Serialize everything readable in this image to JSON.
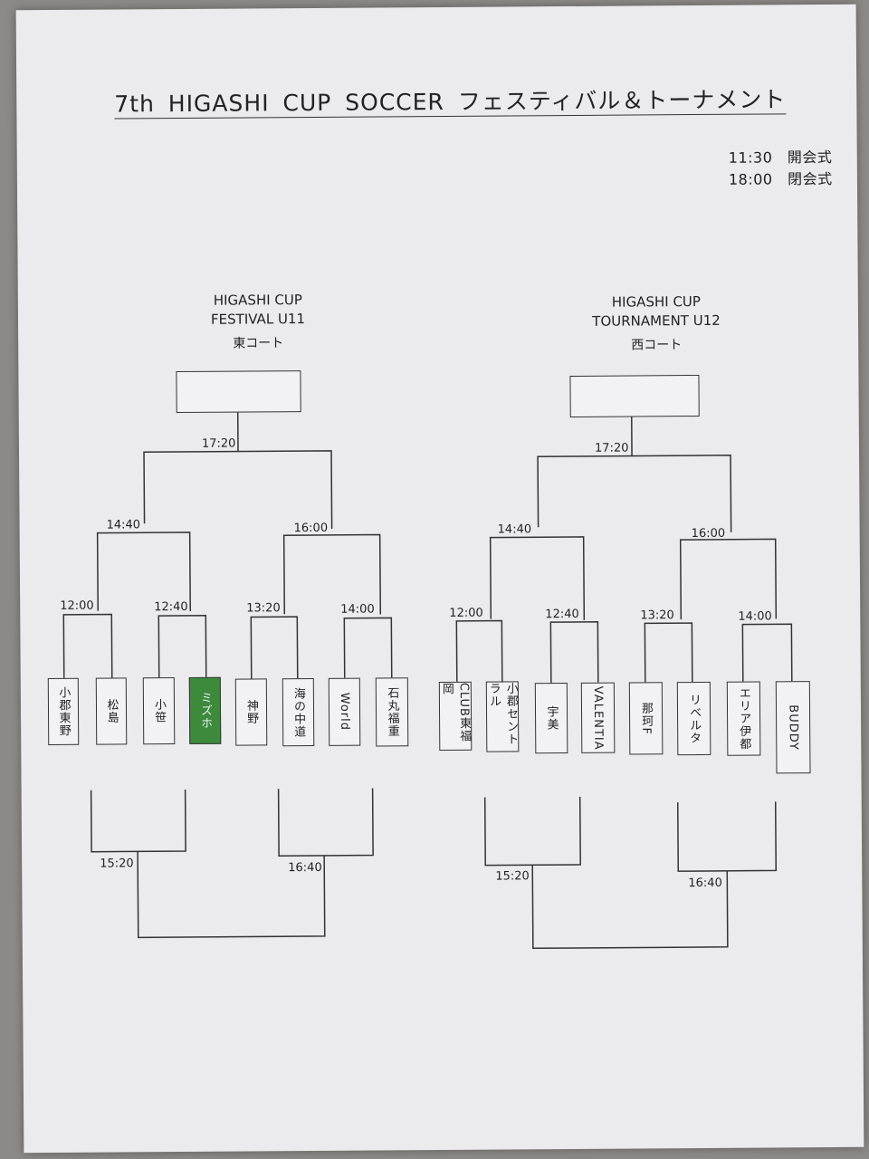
{
  "title": "7th HIGASHI CUP SOCCER フェスティバル＆トーナメント",
  "schedule": [
    "11:30　開会式",
    "18:00　閉会式"
  ],
  "festival": {
    "heading_line1": "HIGASHI CUP",
    "heading_line2": "FESTIVAL U11",
    "court": "東コート",
    "times": {
      "final": "17:20",
      "semi_left": "14:40",
      "semi_right": "16:00",
      "r1": [
        "12:00",
        "12:40",
        "13:20",
        "14:00"
      ],
      "bottom_left": "15:20",
      "bottom_right": "16:40"
    },
    "teams": [
      "小郡東野",
      "松島",
      "小笹",
      "ミズホ",
      "神野",
      "海の中道",
      "World",
      "石丸福重"
    ]
  },
  "tournament": {
    "heading_line1": "HIGASHI CUP",
    "heading_line2": "TOURNAMENT U12",
    "court": "西コート",
    "times": {
      "final": "17:20",
      "semi_left": "14:40",
      "semi_right": "16:00",
      "r1": [
        "12:00",
        "12:40",
        "13:20",
        "14:00"
      ],
      "bottom_left": "15:20",
      "bottom_right": "16:40"
    },
    "teams": [
      "CLUB東福岡",
      "小郡セントラル",
      "宇美",
      "VALENTIA",
      "那珂F",
      "リベルタ",
      "エリア伊都",
      "BUDDY"
    ]
  },
  "colors": {
    "highlight": "#3d8a3d"
  }
}
